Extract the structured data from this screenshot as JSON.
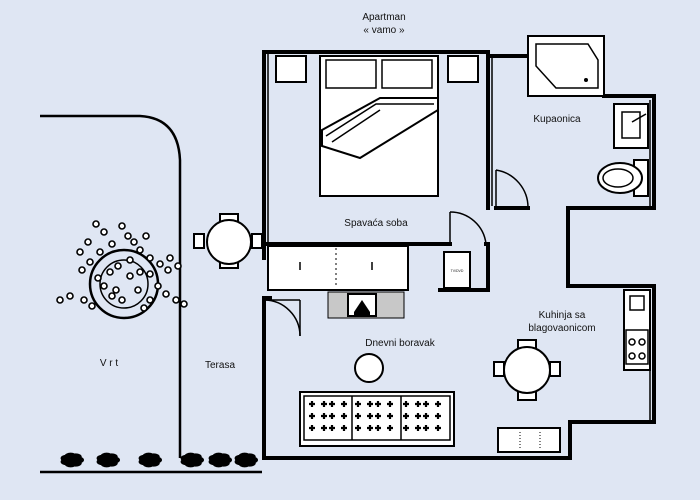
{
  "title": {
    "line1": "Apartman",
    "line2": "« vamo »"
  },
  "rooms": {
    "bathroom": "Kupaonica",
    "bedroom": "Spavaća soba",
    "kitchen_line1": "Kuhinja sa",
    "kitchen_line2": "blagovaonicom",
    "living": "Dnevni boravak",
    "terrace": "Terasa",
    "garden": "V r t"
  },
  "appliance_label": "TV/DVD"
}
